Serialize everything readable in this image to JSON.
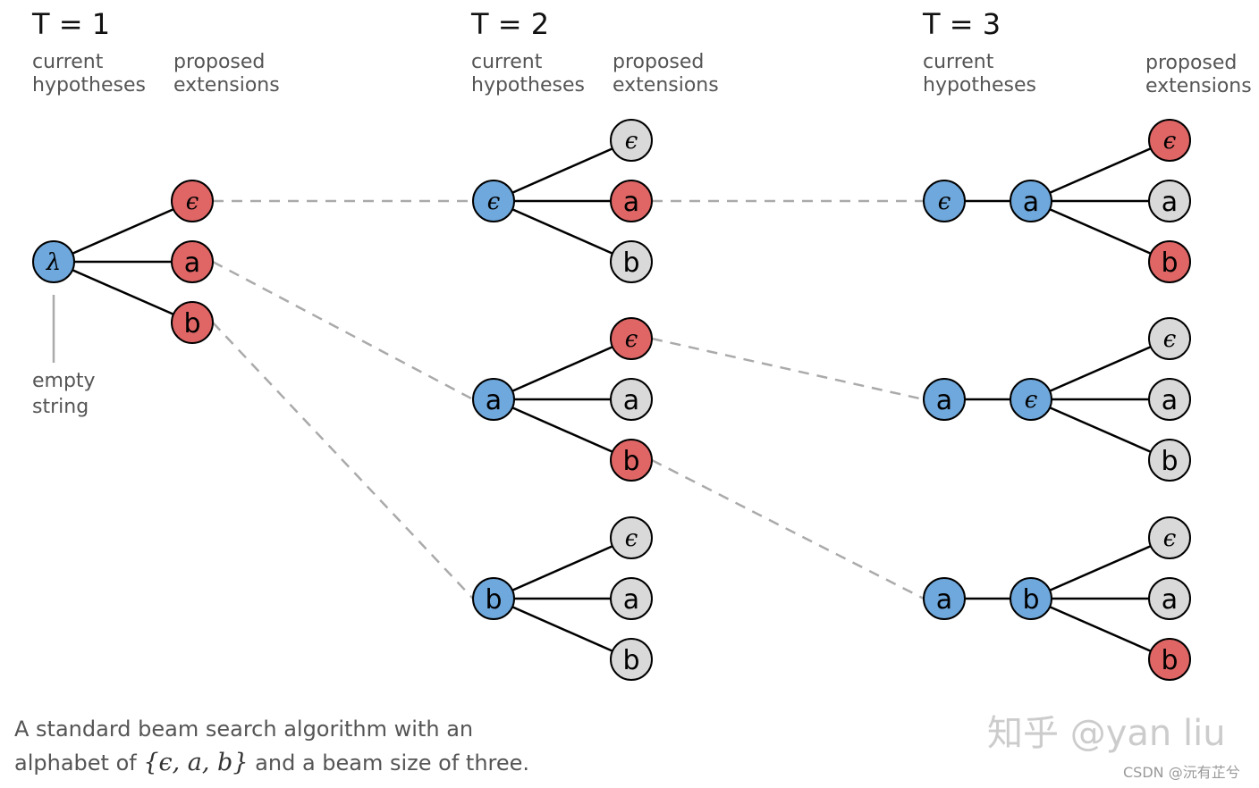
{
  "colors": {
    "hypothesis": "#6fa8dc",
    "selected": "#e06666",
    "rejected": "#d9d9d9",
    "edge": "#000000",
    "dashed": "#aaaaaa",
    "annotation": "#aaaaaa"
  },
  "steps": [
    {
      "title": "T = 1",
      "current_label": [
        "current",
        "hypotheses"
      ],
      "proposed_label": [
        "proposed",
        "extensions"
      ],
      "groups": [
        {
          "chain": [
            "λ"
          ],
          "children": [
            {
              "label": "ϵ",
              "state": "selected"
            },
            {
              "label": "a",
              "state": "selected"
            },
            {
              "label": "b",
              "state": "selected"
            }
          ]
        }
      ]
    },
    {
      "title": "T = 2",
      "current_label": [
        "current",
        "hypotheses"
      ],
      "proposed_label": [
        "proposed",
        "extensions"
      ],
      "groups": [
        {
          "chain": [
            "ϵ"
          ],
          "children": [
            {
              "label": "ϵ",
              "state": "rejected"
            },
            {
              "label": "a",
              "state": "selected"
            },
            {
              "label": "b",
              "state": "rejected"
            }
          ]
        },
        {
          "chain": [
            "a"
          ],
          "children": [
            {
              "label": "ϵ",
              "state": "selected"
            },
            {
              "label": "a",
              "state": "rejected"
            },
            {
              "label": "b",
              "state": "selected"
            }
          ]
        },
        {
          "chain": [
            "b"
          ],
          "children": [
            {
              "label": "ϵ",
              "state": "rejected"
            },
            {
              "label": "a",
              "state": "rejected"
            },
            {
              "label": "b",
              "state": "rejected"
            }
          ]
        }
      ]
    },
    {
      "title": "T = 3",
      "current_label": [
        "current",
        "hypotheses"
      ],
      "proposed_label": [
        "proposed",
        "extensions"
      ],
      "groups": [
        {
          "chain": [
            "ϵ",
            "a"
          ],
          "children": [
            {
              "label": "ϵ",
              "state": "selected"
            },
            {
              "label": "a",
              "state": "rejected"
            },
            {
              "label": "b",
              "state": "selected"
            }
          ]
        },
        {
          "chain": [
            "a",
            "ϵ"
          ],
          "children": [
            {
              "label": "ϵ",
              "state": "rejected"
            },
            {
              "label": "a",
              "state": "rejected"
            },
            {
              "label": "b",
              "state": "rejected"
            }
          ]
        },
        {
          "chain": [
            "a",
            "b"
          ],
          "children": [
            {
              "label": "ϵ",
              "state": "rejected"
            },
            {
              "label": "a",
              "state": "rejected"
            },
            {
              "label": "b",
              "state": "selected"
            }
          ]
        }
      ]
    }
  ],
  "annotation": [
    "empty",
    "string"
  ],
  "caption": {
    "line1": "A standard beam search algorithm with an",
    "line2_pre": "alphabet of ",
    "line2_math": "{ϵ, a, b}",
    "line2_post": " and a beam size of three."
  },
  "watermark": {
    "main": "知乎 @yan liu",
    "sub": "CSDN @沅有芷兮"
  }
}
